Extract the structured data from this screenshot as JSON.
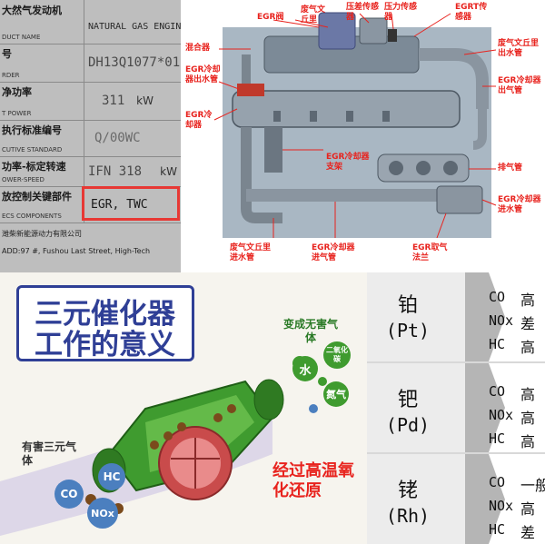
{
  "nameplate": {
    "rows": [
      {
        "label_cn": "大然气发动机",
        "label_en": "DUCT NAME",
        "value": "NATURAL GAS ENGINE",
        "unit": ""
      },
      {
        "label_cn": "号",
        "label_en": "RDER",
        "value": "DH13Q1077*01",
        "unit": ""
      },
      {
        "label_cn": "净功率",
        "label_en": "T POWER",
        "value": "311",
        "unit": "kW"
      },
      {
        "label_cn": "执行标准编号",
        "label_en": "CUTIVE STANDARD",
        "value": "Q/00WC",
        "unit": ""
      },
      {
        "label_cn": "功率-标定转速",
        "label_en": "OWER-SPEED",
        "value": "IFN 318",
        "unit": "kW"
      },
      {
        "label_cn": "放控制关键部件",
        "label_en": "ECS COMPONENTS",
        "value": "EGR, TWC",
        "unit": ""
      }
    ],
    "footer_cn": "潍柴新能源动力有限公司",
    "footer_en": "ADD:97 #, Fushou Last Street, High-Tech"
  },
  "engine_labels": [
    "EGR阀",
    "废气文丘里",
    "压差传感器",
    "压力传感器",
    "EGRT传感器",
    "混合器",
    "废气文丘里出水管",
    "EGR冷却器出水管",
    "EGR冷却器出气管",
    "EGR冷却器",
    "EGR冷却器支架",
    "排气管",
    "EGR冷却器进水管",
    "废气文丘里进水管",
    "EGR冷却器进气管",
    "EGR取气法兰"
  ],
  "catalyst": {
    "title_line1": "三元催化器",
    "title_line2": "工作的意义",
    "harmful_label": "有害三元气体",
    "harmless_label": "变成无害气体",
    "slogan": "经过高温氧化还原",
    "inputs": [
      "CO",
      "NOx",
      "HC"
    ],
    "outputs": [
      "水",
      "二氧化碳",
      "氮气"
    ]
  },
  "metals": [
    {
      "name": "铂",
      "symbol": "(Pt)",
      "gases": [
        {
          "gas": "CO",
          "level": "高"
        },
        {
          "gas": "NOx",
          "level": "差"
        },
        {
          "gas": "HC",
          "level": "高"
        }
      ]
    },
    {
      "name": "钯",
      "symbol": "(Pd)",
      "gases": [
        {
          "gas": "CO",
          "level": "高"
        },
        {
          "gas": "NOx",
          "level": "高"
        },
        {
          "gas": "HC",
          "level": "高"
        }
      ]
    },
    {
      "name": "铑",
      "symbol": "(Rh)",
      "gases": [
        {
          "gas": "CO",
          "level": "一般"
        },
        {
          "gas": "NOx",
          "level": "高"
        },
        {
          "gas": "HC",
          "level": "差"
        }
      ]
    }
  ],
  "colors": {
    "label_red": "#e8231e",
    "catalyst_green": "#3f9b2f",
    "title_blue": "#2f3f96",
    "chevron_gray": "#b5b5b5"
  }
}
